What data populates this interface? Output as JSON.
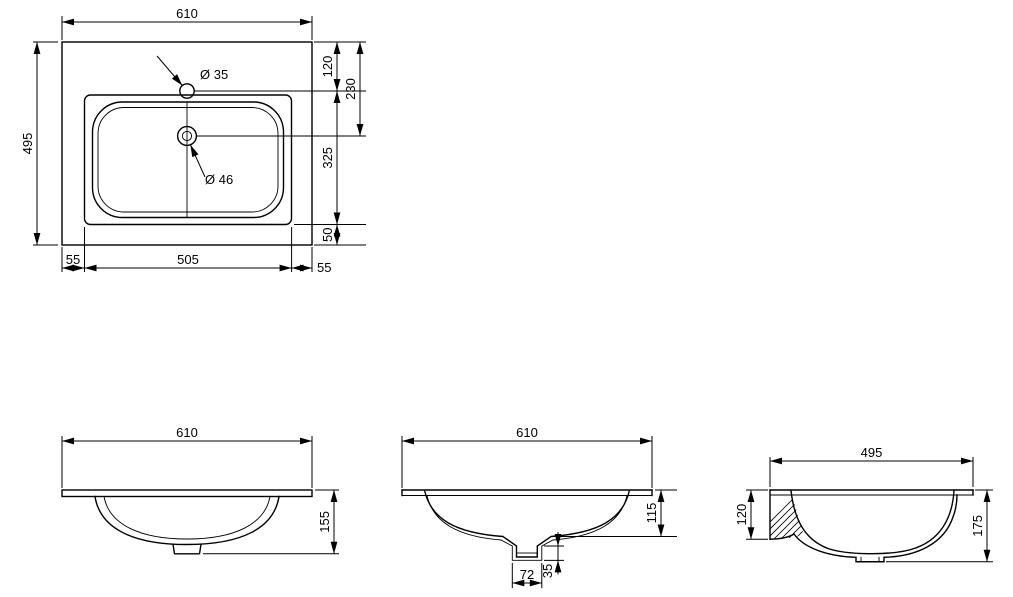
{
  "colors": {
    "line": "#000000",
    "background": "#ffffff"
  },
  "drawing": {
    "plan": {
      "width": "610",
      "depth": "495",
      "faucet_hole": "Ø 35",
      "drain_hole": "Ø 46",
      "top_to_faucet": "120",
      "top_to_drain": "230",
      "faucet_to_opening": "325",
      "opening_to_front": "50",
      "margin_left": "55",
      "opening_width": "505",
      "margin_right": "55"
    },
    "front": {
      "width": "610",
      "height": "155"
    },
    "section": {
      "width": "610",
      "bowl_depth": "115",
      "drain_width": "72",
      "drain_stub": "35"
    },
    "side": {
      "depth": "495",
      "front_height": "120",
      "total_height": "175"
    }
  }
}
